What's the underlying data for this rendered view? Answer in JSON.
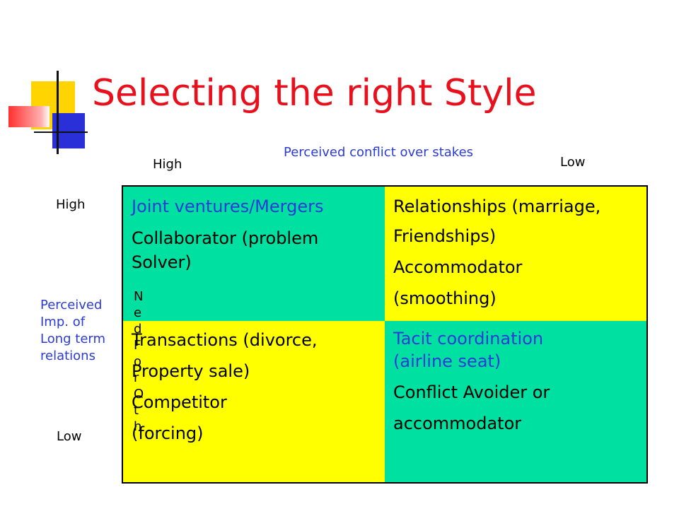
{
  "slide": {
    "title": "Selecting the right Style",
    "x_axis_label": "Perceived conflict over stakes",
    "x_high": "High",
    "x_low": "Low",
    "y_high": "High",
    "y_low": "Low",
    "y_axis_label": [
      "Perceived",
      "Imp. of",
      "Long term",
      "relations"
    ],
    "overlap_text": "NedForOth"
  },
  "quadrants": {
    "top_left": [
      "Joint ventures/Mergers",
      "Collaborator (problem",
      "Solver)"
    ],
    "top_right": [
      "Relationships (marriage,",
      "Friendships)",
      "Accommodator",
      "(smoothing)"
    ],
    "bottom_left": [
      "Transactions (divorce,",
      "Property sale)",
      "Competitor",
      "(forcing)"
    ],
    "bottom_right": [
      "Tacit coordination",
      "(airline seat)",
      "Conflict Avoider or",
      "accommodator"
    ]
  },
  "colors": {
    "title": "#e8101c",
    "labels": "#2a3bd8",
    "teal": "#00e0a0",
    "yellow": "#ffff00"
  }
}
